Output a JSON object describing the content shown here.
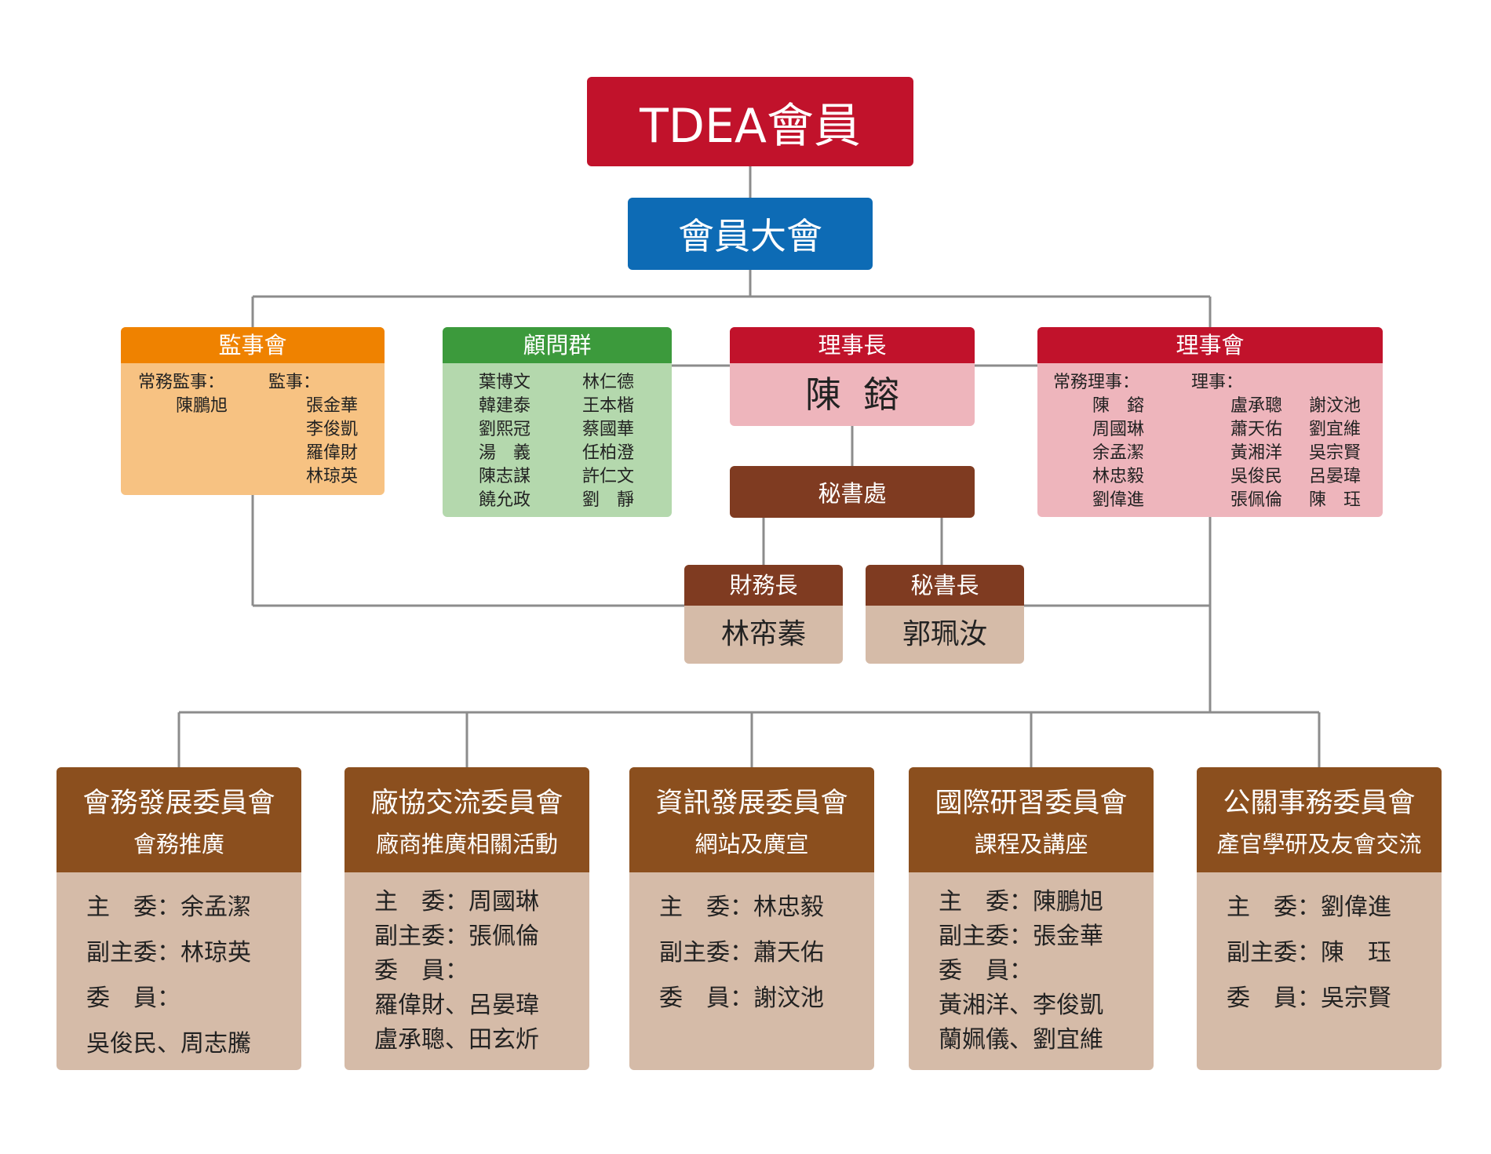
{
  "top": {
    "title": "TDEA會員"
  },
  "assembly": {
    "title": "會員大會"
  },
  "supervisors": {
    "title": "監事會",
    "standing_label": "常務監事：",
    "standing": [
      "陳鵬旭"
    ],
    "members_label": "監事：",
    "members": [
      "張金華",
      "李俊凱",
      "羅偉財",
      "林琼英"
    ]
  },
  "advisors": {
    "title": "顧問群",
    "col1": [
      "葉博文",
      "韓建泰",
      "劉熙冠",
      "湯　義",
      "陳志謀",
      "饒允政"
    ],
    "col2": [
      "林仁德",
      "王本楷",
      "蔡國華",
      "任柏澄",
      "許仁文",
      "劉　靜"
    ]
  },
  "chairman": {
    "title": "理事長",
    "name": "陳鎔"
  },
  "board": {
    "title": "理事會",
    "standing_label": "常務理事：",
    "standing": [
      "陳　鎔",
      "周國琳",
      "余孟潔",
      "林忠毅",
      "劉偉進"
    ],
    "members_label": "理事：",
    "members_col1": [
      "盧承聰",
      "蕭天佑",
      "黃湘洋",
      "吳俊民",
      "張佩倫"
    ],
    "members_col2": [
      "謝汶池",
      "劉宜維",
      "吳宗賢",
      "呂晏瑋",
      "陳　珏"
    ]
  },
  "secretariat": {
    "title": "秘書處"
  },
  "treasurer": {
    "title": "財務長",
    "name": "林帟蓁"
  },
  "secretary_general": {
    "title": "秘書長",
    "name": "郭珮汝"
  },
  "committees": [
    {
      "name": "會務發展委員會",
      "desc": "會務推廣",
      "lines": [
        "主　委：余孟潔",
        "副主委：林琼英",
        "委　員：",
        "吳俊民、周志騰"
      ]
    },
    {
      "name": "廠協交流委員會",
      "desc": "廠商推廣相關活動",
      "lines": [
        "主　委：周國琳",
        "副主委：張佩倫",
        "委　員：",
        "羅偉財、呂晏瑋",
        "盧承聰、田玄炘"
      ]
    },
    {
      "name": "資訊發展委員會",
      "desc": "網站及廣宣",
      "lines": [
        "主　委：林忠毅",
        "副主委：蕭天佑",
        "委　員：謝汶池"
      ]
    },
    {
      "name": "國際研習委員會",
      "desc": "課程及講座",
      "lines": [
        "主　委：陳鵬旭",
        "副主委：張金華",
        "委　員：",
        "黃湘洋、李俊凱",
        "蘭姵儀、劉宜維"
      ]
    },
    {
      "name": "公關事務委員會",
      "desc": "產官學研及友會交流",
      "lines": [
        "主　委：劉偉進",
        "副主委：陳　珏",
        "委　員：吳宗賢"
      ]
    }
  ],
  "colors": {
    "red": "#c1122b",
    "blue": "#0d6bb5",
    "orange": "#ef8200",
    "green": "#3c9a3c",
    "brown_dark": "#7f3b21",
    "brown": "#8b4f1e",
    "tan": "#d5bba8",
    "line": "#8c8c8c"
  }
}
